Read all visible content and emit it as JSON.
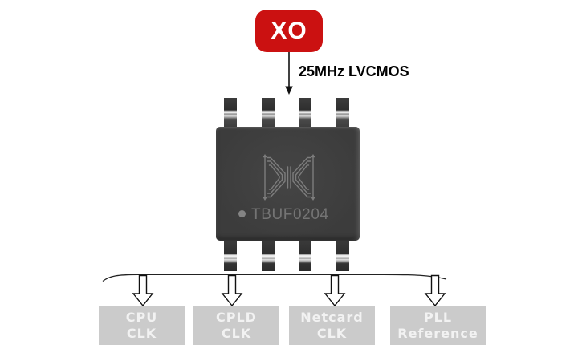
{
  "source": {
    "label": "XO",
    "color": "#cb1111"
  },
  "signal_label": "25MHz LVCMOS",
  "chip": {
    "part_number": "TBUF0204",
    "body_color": "#3f3f3f",
    "marking_color": "#747474",
    "logo": "x-ribbon-logo"
  },
  "outputs": [
    {
      "line1": "CPU",
      "line2": "CLK"
    },
    {
      "line1": "CPLD",
      "line2": "CLK"
    },
    {
      "line1": "Netcard",
      "line2": "CLK"
    },
    {
      "line1": "PLL",
      "line2": "Reference"
    }
  ],
  "colors": {
    "output_box_bg": "#cbcbcb",
    "output_box_text": "#f2f2f2",
    "arrow_outline": "#111111"
  }
}
